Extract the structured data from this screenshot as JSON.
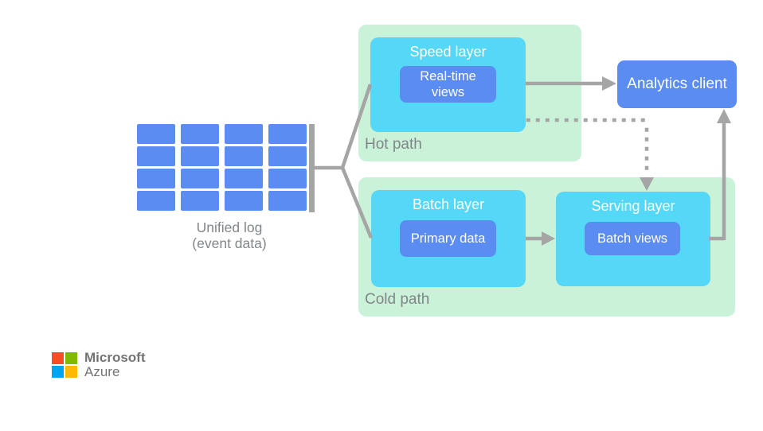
{
  "diagram": {
    "unified_log": {
      "label_line1": "Unified log",
      "label_line2": "(event data)",
      "grid_rows": 4,
      "grid_cols": 4
    },
    "hot_path": {
      "label": "Hot path",
      "speed_layer_title": "Speed layer",
      "realtime_views_line1": "Real-time",
      "realtime_views_line2": "views"
    },
    "cold_path": {
      "label": "Cold path",
      "batch_layer_title": "Batch layer",
      "primary_data_label": "Primary data",
      "serving_layer_title": "Serving layer",
      "batch_views_label": "Batch views"
    },
    "analytics_client_label": "Analytics client",
    "logo": {
      "line1": "Microsoft",
      "line2": "Azure"
    },
    "colors": {
      "green": "#c9f2d9",
      "cyan": "#55d7f8",
      "blue": "#5b8cf2",
      "arrow_gray": "#a5a5a5",
      "label_gray": "#828689",
      "logo_red": "#f25022",
      "logo_green": "#7fba00",
      "logo_blue": "#00a4ef",
      "logo_yellow": "#ffb900"
    }
  }
}
